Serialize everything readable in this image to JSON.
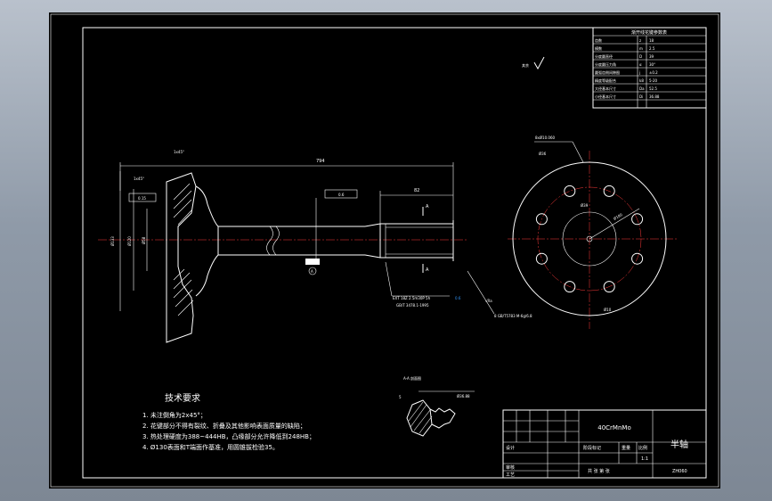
{
  "param_table": {
    "title": "渐开线花键参数表",
    "rows": [
      {
        "name": "齿数",
        "sym": "z",
        "val": "18"
      },
      {
        "name": "模数",
        "sym": "m",
        "val": "2.5"
      },
      {
        "name": "分度圆直径",
        "sym": "D",
        "val": "39"
      },
      {
        "name": "分度圆压力角",
        "sym": "α",
        "val": "30°"
      },
      {
        "name": "圆弧齿侧间隙图",
        "sym": "j",
        "val": "±0.2"
      },
      {
        "name": "精度等级配合",
        "sym": "k8",
        "val": "5-20"
      },
      {
        "name": "大径基本尺寸",
        "sym": "Da",
        "val": "52.5"
      },
      {
        "name": "小径基本尺寸",
        "sym": "Di",
        "val": "36.88"
      }
    ]
  },
  "tech_req": {
    "title": "技术要求",
    "items": [
      "1. 未注倒角为2x45°；",
      "2. 花键部分不得有裂纹、折叠及其他影响表面质量的缺陷；",
      "3. 热处理硬度为388~444HB，凸缘部分允许降低到248HB；",
      "4. Ø130表面和T端面作基准，用圆锥拔检验35。"
    ]
  },
  "dims": {
    "overall_len": "794",
    "spline_len": "82",
    "flange_top": "1x45°",
    "chamfer": "1x45°",
    "section_a1": "A",
    "section_a2": "A",
    "datum": "A",
    "tol_flat": "0.15",
    "tol_pos": "0.6",
    "bcd": "Ø180",
    "hole_spec": "8xØ10.060",
    "ra_note1": "Ø36",
    "ra_note2": "Ø10",
    "spline_note1": "EXT 18Z 2.5m30P 5h",
    "spline_note2": "GB/T 3478.1-1995",
    "spline_note3": "8 GB/T5783 M-6g/6.8",
    "surface": "√Ra",
    "section_label": "A-A 剖面图",
    "section_dim1": "5",
    "section_dim2": "Ø36.88",
    "pitch_dim": "Ø39",
    "bore_dim": "Ø133",
    "inner_dim": "Ø120",
    "d58": "Ø58"
  },
  "title_block": {
    "material": "40CrMnMo",
    "part_name": "半轴",
    "scale_label": "比例",
    "scale": "1:1",
    "sheet_info": "共 张  第 张",
    "drawn": "设计",
    "checked": "审核",
    "process": "工艺",
    "mark_label": "阶段标记",
    "weight_label": "重量",
    "code": "ZH060"
  },
  "colors": {
    "sheet_bg": "#000000",
    "line": "#ffffff",
    "center": "#ff3b3b",
    "accent": "#33ff33",
    "note": "#3399ff"
  }
}
